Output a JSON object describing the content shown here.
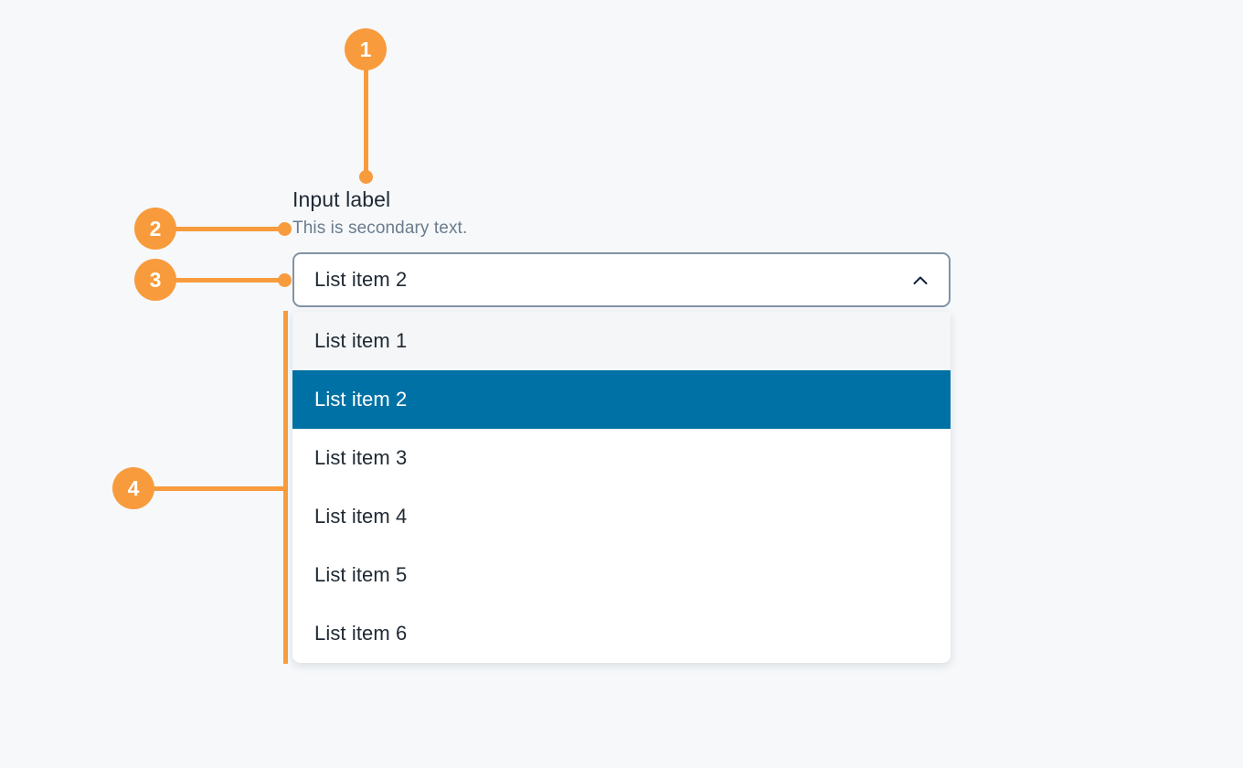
{
  "canvas": {
    "background_color": "#f6f8fa",
    "accent_color": "#f89b3c",
    "selected_color": "#0071a4"
  },
  "field": {
    "label": "Input label",
    "secondary_text": "This is secondary text."
  },
  "combobox": {
    "value": "List item 2",
    "expanded": true,
    "toggle_icon": "chevron-up-icon"
  },
  "listbox": {
    "items": [
      {
        "label": "List item 1",
        "state": "hover"
      },
      {
        "label": "List item 2",
        "state": "selected"
      },
      {
        "label": "List item 3",
        "state": "default"
      },
      {
        "label": "List item 4",
        "state": "default"
      },
      {
        "label": "List item 5",
        "state": "default"
      },
      {
        "label": "List item 6",
        "state": "default"
      }
    ]
  },
  "annotations": [
    {
      "number": "1",
      "target": "input-label"
    },
    {
      "number": "2",
      "target": "secondary-text"
    },
    {
      "number": "3",
      "target": "combobox"
    },
    {
      "number": "4",
      "target": "listbox"
    }
  ]
}
